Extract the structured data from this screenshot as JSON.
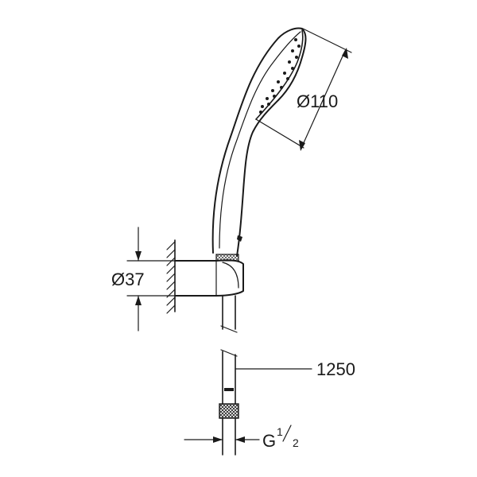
{
  "dimensions": {
    "head_diameter": "Ø110",
    "holder_diameter": "Ø37",
    "hose_length": "1250",
    "thread_main": "G",
    "thread_fraction_num": "1",
    "thread_fraction_den": "2"
  },
  "colors": {
    "ink": "#1a1a1a",
    "background": "#ffffff"
  }
}
